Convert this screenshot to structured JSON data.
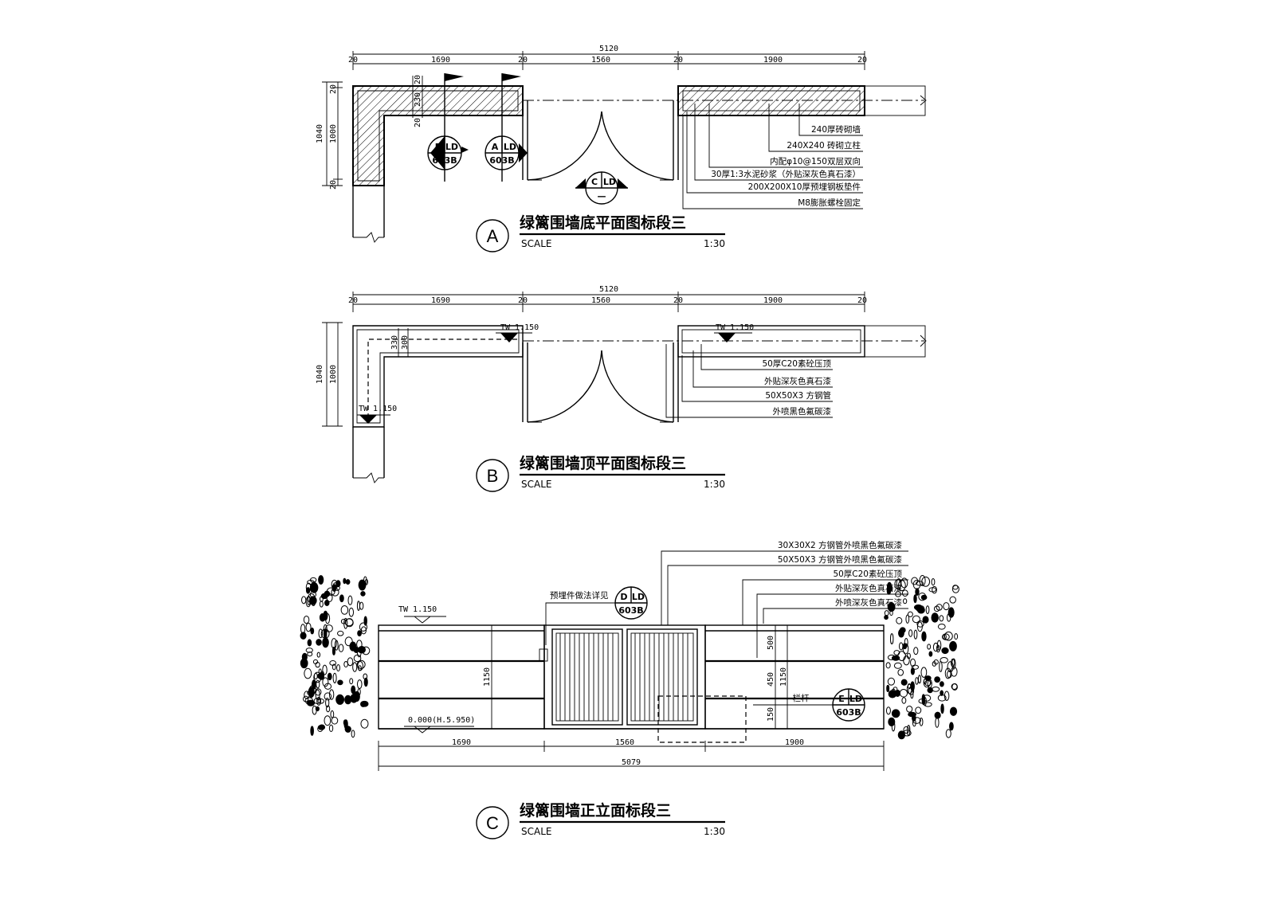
{
  "dims": {
    "total": "5120",
    "seg_end": "20",
    "seg_left": "1690",
    "seg_mid": "1560",
    "seg_right": "1900",
    "side_total": "1040",
    "side_main": "1000",
    "side_end": "20",
    "wall_w": "230",
    "top_a": "20",
    "top_b": "230",
    "top_c": "20"
  },
  "plan_a": {
    "letter": "A",
    "title": "绿篱围墙底平面图标段三",
    "scale_label": "SCALE",
    "scale_value": "1:30",
    "callouts": [
      {
        "letter": "B",
        "code": "LD",
        "sheet": "603B"
      },
      {
        "letter": "A",
        "code": "LD",
        "sheet": "603B"
      },
      {
        "letter": "C",
        "code": "LD",
        "sheet": "—"
      }
    ],
    "notes": [
      "240厚砖砌墙",
      "240X240 砖砌立柱",
      "内配φ10@150双层双向",
      "30厚1:3水泥砂浆（外贴深灰色真石漆）",
      "200X200X10厚预埋钢板垫件",
      "M8膨胀螺栓固定"
    ]
  },
  "plan_b": {
    "letter": "B",
    "title": "绿篱围墙顶平面图标段三",
    "scale_label": "SCALE",
    "scale_value": "1:30",
    "level_right": "TW 1.150",
    "level_mid": "TW 1.150",
    "level_left": "TW 1.150",
    "side_main": "1000",
    "side_total": "1040",
    "wall_w": "330",
    "wall_w2": "300",
    "notes": [
      "50厚C20素砼压顶",
      "外贴深灰色真石漆",
      "50X50X3 方钢管",
      "外喷黑色氟碳漆"
    ]
  },
  "elev_c": {
    "letter": "C",
    "title": "绿篱围墙正立面标段三",
    "scale_label": "SCALE",
    "scale_value": "1:30",
    "level_top": "TW 1.150",
    "level_ground": "0.000(H.5.950)",
    "embed_note": "预埋件做法详见",
    "callout_d": {
      "letter": "D",
      "code": "LD",
      "sheet": "603B"
    },
    "callout_e": {
      "letter": "E",
      "code": "LD",
      "sheet": "603B"
    },
    "notes": [
      "30X30X2 方钢管外喷黑色氟碳漆",
      "50X50X3 方钢管外喷黑色氟碳漆",
      "50厚C20素砼压顶",
      "外贴深灰色真石漆",
      "外喷深灰色真石漆"
    ],
    "height_left": "1150",
    "h_top": "500",
    "h_mid": "450",
    "h_bot": "150",
    "height_right": "1150",
    "railing_label": "栏杆",
    "seg_left": "1690",
    "seg_mid": "1560",
    "seg_right": "1900",
    "total": "5079"
  }
}
